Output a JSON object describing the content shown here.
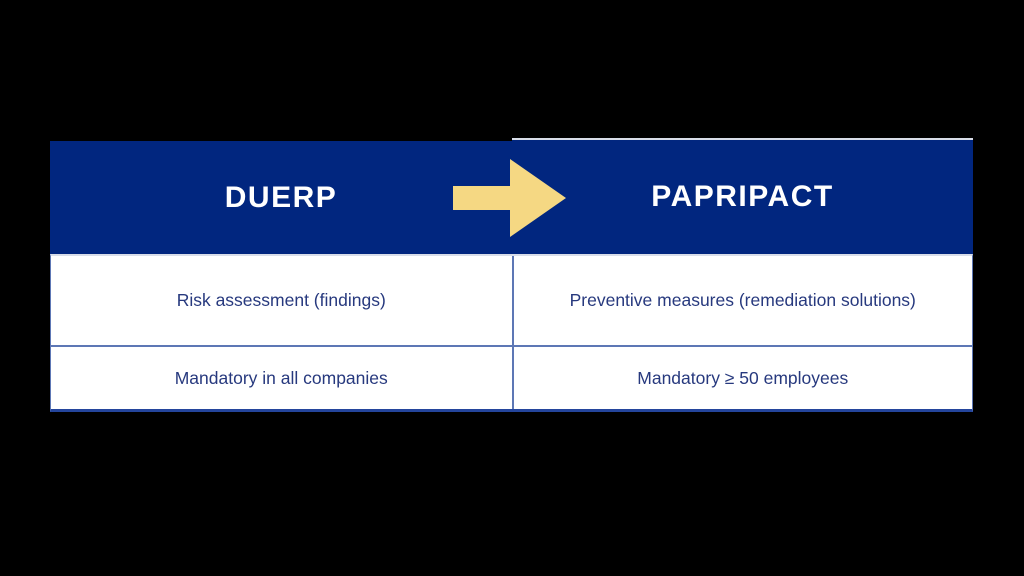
{
  "table": {
    "header": {
      "left": "DUERP",
      "right": "PAPRIPACT"
    },
    "rows": [
      {
        "left": "Risk assessment (findings)",
        "right": "Preventive measures (remediation solutions)"
      },
      {
        "left": "Mandatory in all companies",
        "right": "Mandatory ≥ 50 employees"
      }
    ],
    "icons": {
      "arrow": "arrow-right-icon"
    },
    "colors": {
      "canvas_bg": "#000000",
      "header_bg": "#01267F",
      "header_text": "#FFFFFF",
      "body_bg": "#FFFFFF",
      "body_text": "#27397E",
      "border": "#5D77B5",
      "border_light": "#D8DDE9",
      "border_dark": "#24459C",
      "arrow": "#F5D883"
    }
  }
}
